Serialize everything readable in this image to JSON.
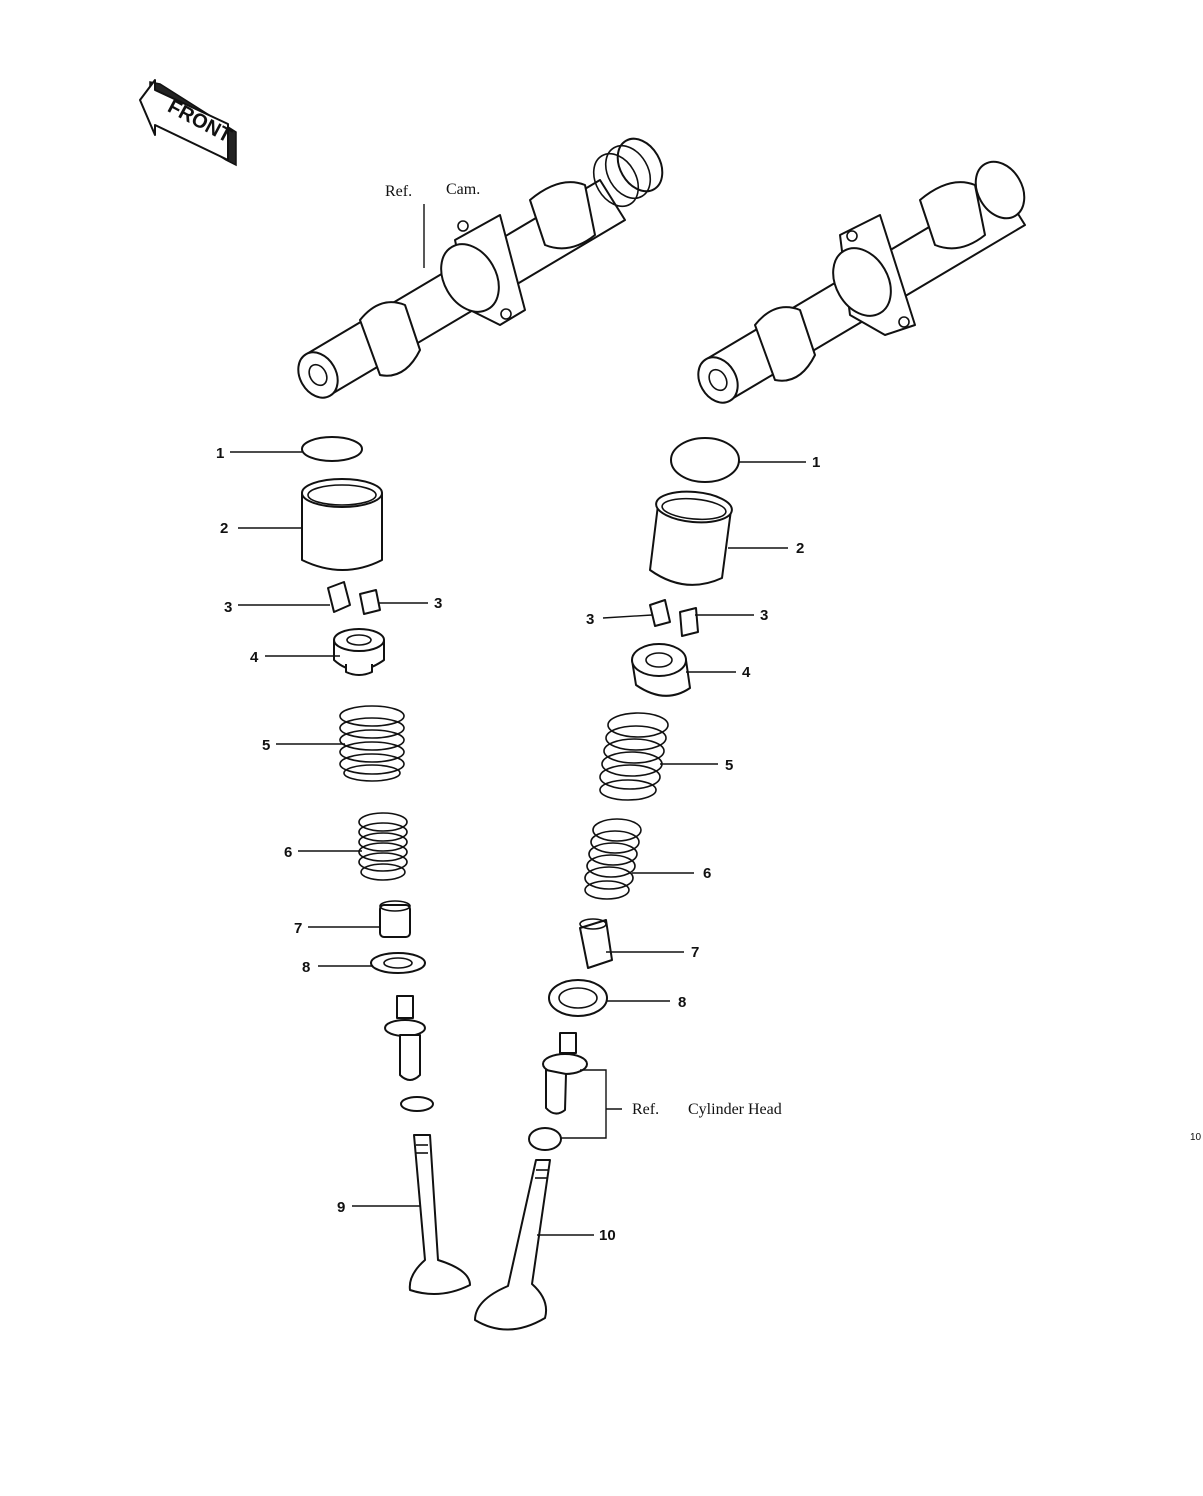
{
  "front_label": "FRONT",
  "ref_cam": {
    "ref": "Ref.",
    "name": "Cam."
  },
  "ref_cylinder_head": {
    "ref": "Ref.",
    "name": "Cylinder Head"
  },
  "page_number": "10",
  "left_callouts": {
    "c1": "1",
    "c2": "2",
    "c3a": "3",
    "c3b": "3",
    "c4": "4",
    "c5": "5",
    "c6": "6",
    "c7": "7",
    "c8": "8",
    "c9": "9"
  },
  "right_callouts": {
    "c1": "1",
    "c2": "2",
    "c3a": "3",
    "c3b": "3",
    "c4": "4",
    "c5": "5",
    "c6": "6",
    "c7": "7",
    "c8": "8",
    "c10": "10"
  }
}
